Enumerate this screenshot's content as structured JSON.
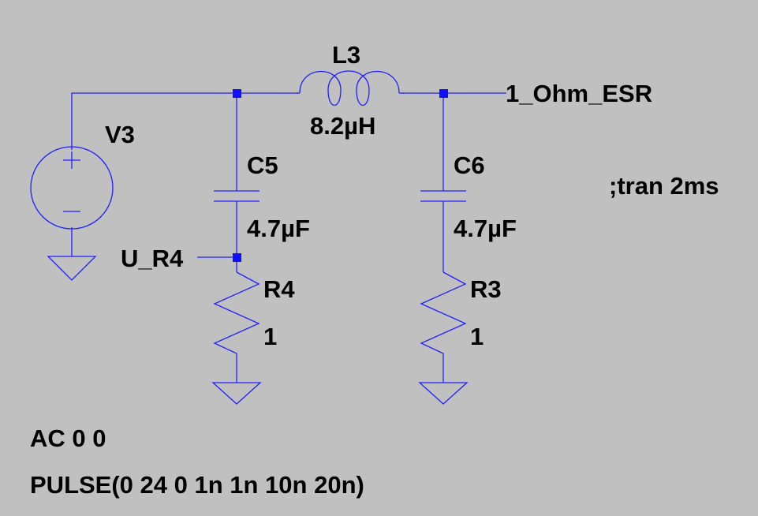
{
  "components": {
    "v3": {
      "name": "V3",
      "ac": "AC 0 0",
      "pulse": "PULSE(0 24 0 1n 1n 10n 20n)"
    },
    "l3": {
      "name": "L3",
      "value": "8.2µH"
    },
    "c5": {
      "name": "C5",
      "value": "4.7µF"
    },
    "c6": {
      "name": "C6",
      "value": "4.7µF"
    },
    "r4": {
      "name": "R4",
      "value": "1"
    },
    "r3": {
      "name": "R3",
      "value": "1"
    }
  },
  "nets": {
    "output": "1_Ohm_ESR",
    "mid": "U_R4"
  },
  "directive": ";tran 2ms",
  "colors": {
    "background": "#c0c0c0",
    "wire": "#2020ff",
    "junction": "#1010ff",
    "text": "#000000"
  }
}
